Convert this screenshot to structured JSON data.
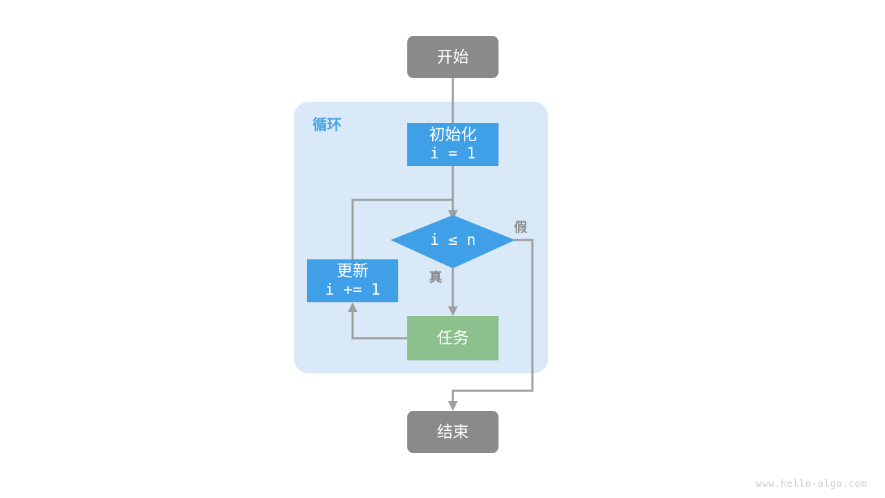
{
  "diagram": {
    "title": "for-loop-flowchart",
    "background": "#ffffff",
    "group": {
      "label": "循环",
      "fill": "#d9e9f8",
      "label_color": "#4aa3e8"
    },
    "colors": {
      "terminal": "#8a8a8a",
      "process_blue": "#3fa0e8",
      "task_green": "#8cc08c",
      "edge": "#9e9e9e",
      "text_on_node": "#ffffff",
      "edge_label": "#8a8a8a"
    },
    "nodes": {
      "start": {
        "label": "开始",
        "shape": "rounded-rect",
        "fill": "#8a8a8a"
      },
      "init": {
        "label": "初始化",
        "code": "i = 1",
        "shape": "rect",
        "fill": "#3fa0e8"
      },
      "condition": {
        "label": "i ≤ n",
        "shape": "diamond",
        "fill": "#3fa0e8"
      },
      "update": {
        "label": "更新",
        "code": "i += 1",
        "shape": "rect",
        "fill": "#3fa0e8"
      },
      "task": {
        "label": "任务",
        "shape": "rect",
        "fill": "#8cc08c"
      },
      "end": {
        "label": "结束",
        "shape": "rounded-rect",
        "fill": "#8a8a8a"
      }
    },
    "edges": {
      "true_label": "真",
      "false_label": "假"
    }
  },
  "watermark": {
    "text": "www.hello-algo.com"
  }
}
